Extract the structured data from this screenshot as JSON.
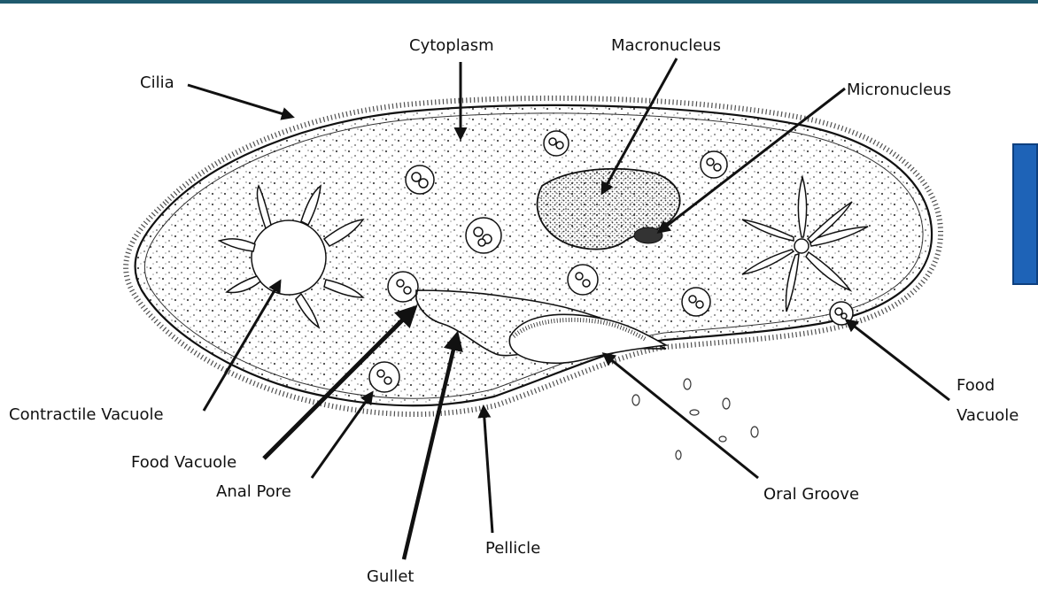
{
  "labels": {
    "cytoplasm": "Cytoplasm",
    "macronucleus": "Macronucleus",
    "micronucleus": "Micronucleus",
    "cilia": "Cilia",
    "contractile_vacuole": "Contractile Vacuole",
    "food_vacuole_left": "Food Vacuole",
    "anal_pore": "Anal Pore",
    "gullet": "Gullet",
    "pellicle": "Pellicle",
    "oral_groove": "Oral Groove",
    "food_vacuole_right_line1": "Food",
    "food_vacuole_right_line2": "Vacuole"
  },
  "colors": {
    "accent_bar": "#1f5a6e",
    "side_panel": "#1e63b7",
    "ink": "#111111"
  }
}
